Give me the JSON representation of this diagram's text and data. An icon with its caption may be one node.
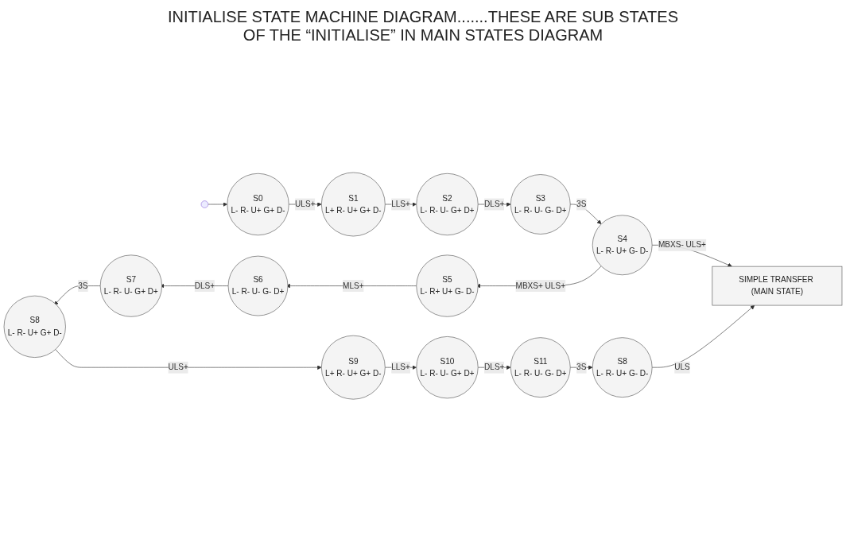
{
  "diagram": {
    "title": "INITIALISE STATE MACHINE DIAGRAM.......THESE ARE SUB STATES OF THE “INITIALISE” IN MAIN STATES DIAGRAM",
    "nodes": [
      {
        "text": [],
        "shape": "circle"
      },
      {
        "text": [
          "S0",
          "L- R- U+ G+ D-"
        ]
      },
      {
        "text": [
          "S1",
          "L+ R- U+ G+ D-"
        ]
      },
      {
        "text": [
          "S2",
          "L- R- U- G+ D+"
        ]
      },
      {
        "text": [
          "S3",
          "L- R- U- G- D+"
        ]
      },
      {
        "text": [
          "S4",
          "L- R- U+ G- D-"
        ]
      },
      {
        "text": [
          "S5",
          "L- R+ U+ G- D-"
        ]
      },
      {
        "text": [
          "S6",
          "L- R- U- G- D+"
        ]
      },
      {
        "text": [
          "S7",
          "L- R- U- G+ D+"
        ]
      },
      {
        "text": [
          "S8",
          "L- R- U+ G+ D-"
        ]
      },
      {
        "text": [
          "S9",
          "L+ R- U+ G+ D-"
        ]
      },
      {
        "text": [
          "S10",
          "L- R- U- G+ D+"
        ]
      },
      {
        "text": [
          "S11",
          "L- R- U- G- D+"
        ]
      },
      {
        "text": [
          "S8",
          "L- R- U+ G- D-"
        ]
      },
      {
        "text": [
          "SIMPLE TRANSFER (MAIN STATE)"
        ]
      }
    ],
    "edges": [
      {
        "from": 0,
        "to": 1,
        "arrow": "to"
      },
      {
        "from": 1,
        "to": 2,
        "arrow": "to",
        "label": "ULS+"
      },
      {
        "from": 2,
        "to": 3,
        "arrow": "to",
        "label": "LLS+"
      },
      {
        "from": 3,
        "to": 4,
        "arrow": "to",
        "label": "DLS+"
      },
      {
        "from": 4,
        "to": 5,
        "arrow": "to",
        "label": "3S"
      },
      {
        "from": 5,
        "to": 6,
        "arrow": "to",
        "label": "MBXS+ ULS+"
      },
      {
        "from": 5,
        "to": 14,
        "arrow": "to",
        "label": "MBXS- ULS+"
      },
      {
        "from": 6,
        "to": 7,
        "arrow": "to",
        "label": "MLS+"
      },
      {
        "from": 7,
        "to": 8,
        "arrow": "to",
        "label": "DLS+"
      },
      {
        "from": 8,
        "to": 9,
        "arrow": "to",
        "label": "3S"
      },
      {
        "from": 9,
        "to": 10,
        "arrow": "to",
        "label": "ULS+"
      },
      {
        "from": 10,
        "to": 11,
        "arrow": "to",
        "label": "LLS+"
      },
      {
        "from": 11,
        "to": 12,
        "arrow": "to",
        "label": "DLS+"
      },
      {
        "from": 12,
        "to": 13,
        "arrow": "to",
        "label": "3S"
      },
      {
        "from": 13,
        "to": 14,
        "arrow": "to",
        "label": "ULS"
      }
    ]
  }
}
